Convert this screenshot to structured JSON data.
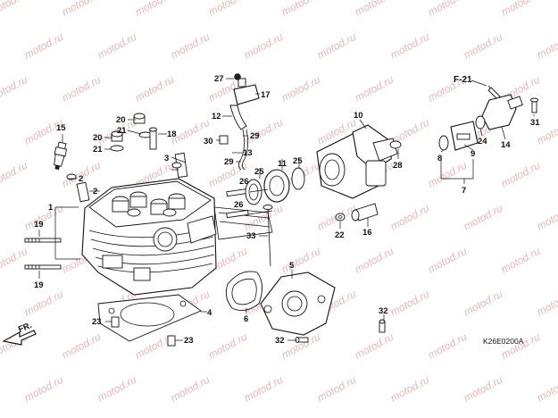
{
  "diagram": {
    "reference_label": "F-21",
    "front_label": "FR.",
    "diagram_code": "K26E0200A",
    "watermark": "motod.ru",
    "callouts": [
      {
        "id": "c1",
        "text": "1"
      },
      {
        "id": "c2",
        "text": "2"
      },
      {
        "id": "c3",
        "text": "2"
      },
      {
        "id": "c4",
        "text": "3"
      },
      {
        "id": "c5",
        "text": "4"
      },
      {
        "id": "c6",
        "text": "5"
      },
      {
        "id": "c7",
        "text": "6"
      },
      {
        "id": "c8",
        "text": "7"
      },
      {
        "id": "c9",
        "text": "8"
      },
      {
        "id": "c10",
        "text": "9"
      },
      {
        "id": "c11",
        "text": "10"
      },
      {
        "id": "c12",
        "text": "11"
      },
      {
        "id": "c13",
        "text": "12"
      },
      {
        "id": "c14",
        "text": "13"
      },
      {
        "id": "c15",
        "text": "14"
      },
      {
        "id": "c16",
        "text": "15"
      },
      {
        "id": "c17",
        "text": "16"
      },
      {
        "id": "c18",
        "text": "17"
      },
      {
        "id": "c19",
        "text": "18"
      },
      {
        "id": "c20",
        "text": "19"
      },
      {
        "id": "c21",
        "text": "19"
      },
      {
        "id": "c22",
        "text": "20"
      },
      {
        "id": "c23",
        "text": "20"
      },
      {
        "id": "c24",
        "text": "21"
      },
      {
        "id": "c25",
        "text": "21"
      },
      {
        "id": "c26",
        "text": "22"
      },
      {
        "id": "c27",
        "text": "23"
      },
      {
        "id": "c28",
        "text": "23"
      },
      {
        "id": "c29",
        "text": "24"
      },
      {
        "id": "c30",
        "text": "25"
      },
      {
        "id": "c31",
        "text": "25"
      },
      {
        "id": "c32",
        "text": "26"
      },
      {
        "id": "c33",
        "text": "26"
      },
      {
        "id": "c34",
        "text": "27"
      },
      {
        "id": "c35",
        "text": "28"
      },
      {
        "id": "c36",
        "text": "29"
      },
      {
        "id": "c37",
        "text": "29"
      },
      {
        "id": "c38",
        "text": "30"
      },
      {
        "id": "c39",
        "text": "31"
      },
      {
        "id": "c40",
        "text": "32"
      },
      {
        "id": "c41",
        "text": "32"
      },
      {
        "id": "c42",
        "text": "33"
      }
    ]
  }
}
